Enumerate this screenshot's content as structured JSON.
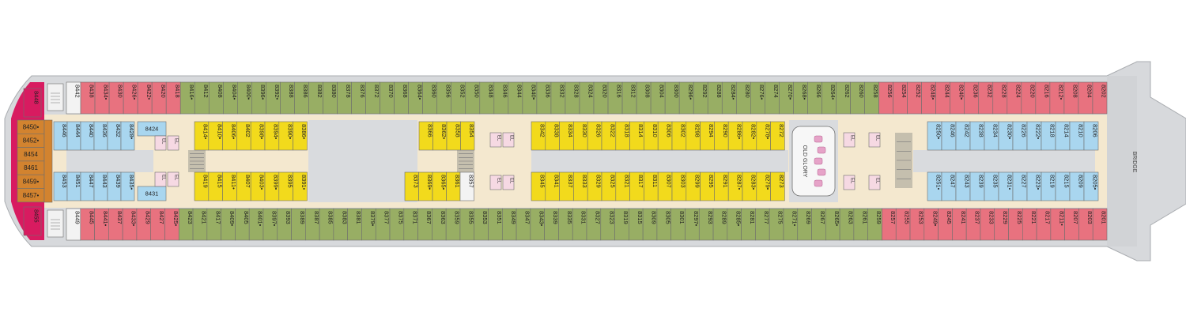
{
  "labels": {
    "bridge": "BRIDGE",
    "old_glory": "OLD GLORY",
    "elevator": "EL"
  },
  "colors": {
    "red": "#e8727f",
    "green": "#98ae64",
    "yellow": "#f2da1c",
    "blue": "#a9d6ef",
    "orange": "#d2832f",
    "magenta": "#d81b60",
    "corridor": "#f4e8cf",
    "hull": "#d7d9dc",
    "interior": "#d9dbde",
    "service": "#e9eaeb",
    "stroke": "#6e6e6e"
  },
  "cabins": {
    "top_outer": [
      {
        "n": "8442",
        "c": "none"
      },
      {
        "n": "8438",
        "c": "red"
      },
      {
        "n": "8434",
        "c": "red",
        "m": true
      },
      {
        "n": "8430",
        "c": "red"
      },
      {
        "n": "8426",
        "c": "red",
        "m": true
      },
      {
        "n": "8422",
        "c": "red",
        "m": true
      },
      {
        "n": "8420",
        "c": "red"
      },
      {
        "n": "8418",
        "c": "red"
      },
      {
        "n": "8416",
        "c": "green",
        "m": true
      },
      {
        "n": "8412",
        "c": "green"
      },
      {
        "n": "8408",
        "c": "green"
      },
      {
        "n": "8404",
        "c": "green",
        "m": true
      },
      {
        "n": "8400",
        "c": "green",
        "m": true
      },
      {
        "n": "8396",
        "c": "green",
        "m": true
      },
      {
        "n": "8392",
        "c": "green",
        "m": true
      },
      {
        "n": "8388",
        "c": "green"
      },
      {
        "n": "8386",
        "c": "green"
      },
      {
        "n": "8382",
        "c": "green"
      },
      {
        "n": "8380",
        "c": "green"
      },
      {
        "n": "8378",
        "c": "green"
      },
      {
        "n": "8376",
        "c": "green"
      },
      {
        "n": "8372",
        "c": "green"
      },
      {
        "n": "8370",
        "c": "green"
      },
      {
        "n": "8368",
        "c": "green"
      },
      {
        "n": "8364",
        "c": "green",
        "m": true
      },
      {
        "n": "8360",
        "c": "green"
      },
      {
        "n": "8356",
        "c": "green"
      },
      {
        "n": "8352",
        "c": "green"
      },
      {
        "n": "8350",
        "c": "green"
      },
      {
        "n": "8348",
        "c": "green"
      },
      {
        "n": "8346",
        "c": "green"
      },
      {
        "n": "8344",
        "c": "green"
      },
      {
        "n": "8340",
        "c": "green",
        "m": true
      },
      {
        "n": "8336",
        "c": "green"
      },
      {
        "n": "8332",
        "c": "green"
      },
      {
        "n": "8328",
        "c": "green"
      },
      {
        "n": "8324",
        "c": "green"
      },
      {
        "n": "8320",
        "c": "green"
      },
      {
        "n": "8316",
        "c": "green"
      },
      {
        "n": "8312",
        "c": "green"
      },
      {
        "n": "8308",
        "c": "green"
      },
      {
        "n": "8304",
        "c": "green"
      },
      {
        "n": "8300",
        "c": "green"
      },
      {
        "n": "8296",
        "c": "green",
        "m": true
      },
      {
        "n": "8292",
        "c": "green"
      },
      {
        "n": "8288",
        "c": "green"
      },
      {
        "n": "8284",
        "c": "green",
        "m": true
      },
      {
        "n": "8280",
        "c": "green"
      },
      {
        "n": "8276",
        "c": "green",
        "m": true
      },
      {
        "n": "8274",
        "c": "green"
      },
      {
        "n": "8270",
        "c": "green",
        "m": true
      },
      {
        "n": "8268",
        "c": "green",
        "m": true
      },
      {
        "n": "8266",
        "c": "green"
      },
      {
        "n": "8264",
        "c": "green",
        "m": true
      },
      {
        "n": "8262",
        "c": "green"
      },
      {
        "n": "8260",
        "c": "green"
      },
      {
        "n": "8258",
        "c": "green"
      },
      {
        "n": "8256",
        "c": "red"
      },
      {
        "n": "8254",
        "c": "red"
      },
      {
        "n": "8252",
        "c": "red"
      },
      {
        "n": "8248",
        "c": "red",
        "m": true
      },
      {
        "n": "8244",
        "c": "red"
      },
      {
        "n": "8240",
        "c": "red",
        "m": true
      },
      {
        "n": "8236",
        "c": "red"
      },
      {
        "n": "8232",
        "c": "red"
      },
      {
        "n": "8228",
        "c": "red"
      },
      {
        "n": "8224",
        "c": "red"
      },
      {
        "n": "8220",
        "c": "red"
      },
      {
        "n": "8216",
        "c": "red"
      },
      {
        "n": "8212",
        "c": "red",
        "m": true
      },
      {
        "n": "8208",
        "c": "red"
      },
      {
        "n": "8204",
        "c": "red"
      },
      {
        "n": "8202",
        "c": "red"
      }
    ],
    "bottom_outer": [
      {
        "n": "8449",
        "c": "none"
      },
      {
        "n": "8445",
        "c": "red"
      },
      {
        "n": "8441",
        "c": "red",
        "m": true
      },
      {
        "n": "8437",
        "c": "red"
      },
      {
        "n": "8433",
        "c": "red",
        "m": true
      },
      {
        "n": "8429",
        "c": "red"
      },
      {
        "n": "8427",
        "c": "red"
      },
      {
        "n": "8425",
        "c": "red",
        "m": true
      },
      {
        "n": "8423",
        "c": "green"
      },
      {
        "n": "8421",
        "c": "green"
      },
      {
        "n": "8417",
        "c": "green"
      },
      {
        "n": "8409",
        "c": "green",
        "m": true
      },
      {
        "n": "8405",
        "c": "green"
      },
      {
        "n": "8401",
        "c": "green",
        "m": true
      },
      {
        "n": "8397",
        "c": "green",
        "m": true
      },
      {
        "n": "8393",
        "c": "green"
      },
      {
        "n": "8389",
        "c": "green"
      },
      {
        "n": "8387",
        "c": "green"
      },
      {
        "n": "8385",
        "c": "green"
      },
      {
        "n": "8383",
        "c": "green"
      },
      {
        "n": "8381",
        "c": "green"
      },
      {
        "n": "8379",
        "c": "green",
        "m": true
      },
      {
        "n": "8377",
        "c": "green"
      },
      {
        "n": "8375",
        "c": "green"
      },
      {
        "n": "8371",
        "c": "green"
      },
      {
        "n": "8367",
        "c": "green"
      },
      {
        "n": "8363",
        "c": "green"
      },
      {
        "n": "8359",
        "c": "green"
      },
      {
        "n": "8355",
        "c": "green"
      },
      {
        "n": "8353",
        "c": "green"
      },
      {
        "n": "8351",
        "c": "green"
      },
      {
        "n": "8349",
        "c": "green"
      },
      {
        "n": "8347",
        "c": "green"
      },
      {
        "n": "8343",
        "c": "green",
        "m": true
      },
      {
        "n": "8339",
        "c": "green"
      },
      {
        "n": "8335",
        "c": "green"
      },
      {
        "n": "8331",
        "c": "green"
      },
      {
        "n": "8327",
        "c": "green"
      },
      {
        "n": "8323",
        "c": "green"
      },
      {
        "n": "8319",
        "c": "green"
      },
      {
        "n": "8315",
        "c": "green"
      },
      {
        "n": "8309",
        "c": "green"
      },
      {
        "n": "8305",
        "c": "green"
      },
      {
        "n": "8301",
        "c": "green"
      },
      {
        "n": "8297",
        "c": "green",
        "m": true
      },
      {
        "n": "8293",
        "c": "green"
      },
      {
        "n": "8289",
        "c": "green"
      },
      {
        "n": "8285",
        "c": "green",
        "m": true
      },
      {
        "n": "8281",
        "c": "green"
      },
      {
        "n": "8277",
        "c": "green"
      },
      {
        "n": "8275",
        "c": "green"
      },
      {
        "n": "8271",
        "c": "green",
        "m": true
      },
      {
        "n": "8269",
        "c": "green"
      },
      {
        "n": "8267",
        "c": "green"
      },
      {
        "n": "8265",
        "c": "green",
        "m": true
      },
      {
        "n": "8263",
        "c": "green"
      },
      {
        "n": "8261",
        "c": "green"
      },
      {
        "n": "8259",
        "c": "green"
      },
      {
        "n": "8257",
        "c": "red"
      },
      {
        "n": "8255",
        "c": "red"
      },
      {
        "n": "8253",
        "c": "red"
      },
      {
        "n": "8249",
        "c": "red",
        "m": true
      },
      {
        "n": "8245",
        "c": "red"
      },
      {
        "n": "8241",
        "c": "red"
      },
      {
        "n": "8237",
        "c": "red"
      },
      {
        "n": "8233",
        "c": "red"
      },
      {
        "n": "8229",
        "c": "red"
      },
      {
        "n": "8225",
        "c": "red"
      },
      {
        "n": "8221",
        "c": "red"
      },
      {
        "n": "8217",
        "c": "red"
      },
      {
        "n": "8211",
        "c": "red",
        "m": true
      },
      {
        "n": "8207",
        "c": "red"
      },
      {
        "n": "8203",
        "c": "red"
      },
      {
        "n": "8201",
        "c": "red"
      }
    ],
    "stern_top": [
      {
        "n": "8446",
        "c": "blue"
      },
      {
        "n": "8444",
        "c": "blue"
      },
      {
        "n": "8440",
        "c": "blue"
      },
      {
        "n": "8436",
        "c": "blue"
      },
      {
        "n": "8432",
        "c": "blue"
      },
      {
        "n": "8428",
        "c": "blue",
        "m": true
      }
    ],
    "stern_bottom": [
      {
        "n": "8453",
        "c": "blue"
      },
      {
        "n": "8451",
        "c": "blue"
      },
      {
        "n": "8447",
        "c": "blue"
      },
      {
        "n": "8443",
        "c": "blue"
      },
      {
        "n": "8439",
        "c": "blue"
      },
      {
        "n": "8435",
        "c": "blue",
        "m": true
      }
    ],
    "stern_wide_top": {
      "n": "8424",
      "c": "blue"
    },
    "stern_wide_bottom": {
      "n": "8431",
      "c": "blue"
    },
    "aft_suites": [
      {
        "n": "8450",
        "m": true
      },
      {
        "n": "8452",
        "m": true
      },
      {
        "n": "8454"
      },
      {
        "n": "8461"
      },
      {
        "n": "8459",
        "m": true
      },
      {
        "n": "8457",
        "m": true
      }
    ],
    "aft_tip_top": "8448",
    "aft_tip_bottom": "8455",
    "yellow_a_top": [
      {
        "n": "8414",
        "m": true
      },
      {
        "n": "8410",
        "m": true
      },
      {
        "n": "8406",
        "m": true
      },
      {
        "n": "8402"
      },
      {
        "n": "8398",
        "m": true
      },
      {
        "n": "8394",
        "m": true
      },
      {
        "n": "8390",
        "m": true
      },
      {
        "n": "8386",
        "m": true
      }
    ],
    "yellow_a_bottom": [
      {
        "n": "8419"
      },
      {
        "n": "8415"
      },
      {
        "n": "8411",
        "m": true
      },
      {
        "n": "8407"
      },
      {
        "n": "8403",
        "m": true
      },
      {
        "n": "8399",
        "m": true
      },
      {
        "n": "8395"
      },
      {
        "n": "8391",
        "m": true
      }
    ],
    "yellow_b_top": [
      {
        "n": "8366"
      },
      {
        "n": "8362",
        "m": true
      },
      {
        "n": "8358"
      },
      {
        "n": "8354"
      }
    ],
    "yellow_b_bottom": [
      {
        "n": "8373"
      },
      {
        "n": "8369",
        "m": true
      },
      {
        "n": "8365",
        "m": true
      },
      {
        "n": "8361"
      },
      {
        "n": "8357",
        "c": "none"
      }
    ],
    "yellow_c_top": [
      {
        "n": "8342"
      },
      {
        "n": "8338"
      },
      {
        "n": "8334"
      },
      {
        "n": "8330"
      },
      {
        "n": "8326"
      },
      {
        "n": "8322"
      },
      {
        "n": "8318"
      },
      {
        "n": "8314"
      },
      {
        "n": "8310"
      },
      {
        "n": "8306"
      },
      {
        "n": "8302"
      },
      {
        "n": "8298"
      },
      {
        "n": "8294"
      },
      {
        "n": "8290"
      },
      {
        "n": "8286",
        "m": true
      },
      {
        "n": "8282",
        "m": true
      },
      {
        "n": "8278",
        "m": true
      },
      {
        "n": "8272"
      }
    ],
    "yellow_c_bottom": [
      {
        "n": "8345"
      },
      {
        "n": "8341"
      },
      {
        "n": "8337"
      },
      {
        "n": "8333"
      },
      {
        "n": "8329"
      },
      {
        "n": "8325"
      },
      {
        "n": "8321"
      },
      {
        "n": "8317"
      },
      {
        "n": "8311"
      },
      {
        "n": "8307"
      },
      {
        "n": "8303"
      },
      {
        "n": "8299"
      },
      {
        "n": "8295"
      },
      {
        "n": "8291"
      },
      {
        "n": "8287",
        "m": true
      },
      {
        "n": "8283",
        "m": true
      },
      {
        "n": "8279",
        "m": true
      },
      {
        "n": "8273"
      }
    ],
    "fwd_top": [
      {
        "n": "8250",
        "m": true
      },
      {
        "n": "8246"
      },
      {
        "n": "8242"
      },
      {
        "n": "8238"
      },
      {
        "n": "8234"
      },
      {
        "n": "8230",
        "m": true
      },
      {
        "n": "8226"
      },
      {
        "n": "8222",
        "m": true
      },
      {
        "n": "8218"
      },
      {
        "n": "8214"
      },
      {
        "n": "8210"
      },
      {
        "n": "8206"
      }
    ],
    "fwd_bottom": [
      {
        "n": "8251",
        "m": true
      },
      {
        "n": "8247"
      },
      {
        "n": "8243"
      },
      {
        "n": "8239"
      },
      {
        "n": "8235"
      },
      {
        "n": "8231",
        "m": true
      },
      {
        "n": "8227"
      },
      {
        "n": "8223",
        "m": true
      },
      {
        "n": "8219"
      },
      {
        "n": "8215"
      },
      {
        "n": "8209"
      },
      {
        "n": "8205",
        "m": true
      }
    ]
  }
}
